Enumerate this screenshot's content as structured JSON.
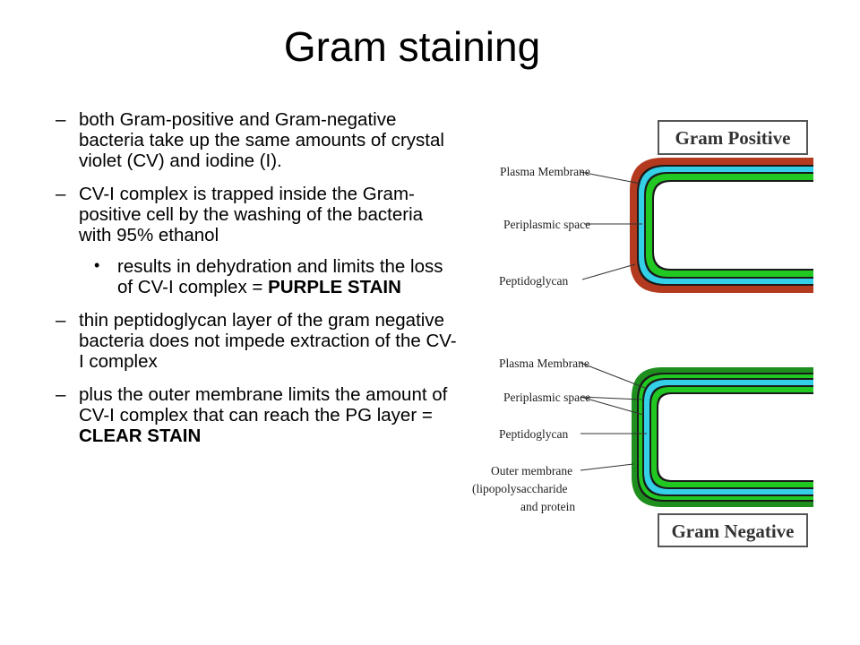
{
  "slide": {
    "title": "Gram staining",
    "bullets": [
      {
        "level": 1,
        "marker": "–",
        "text": "both Gram-positive and Gram-negative bacteria take up the same amounts of crystal violet (CV) and iodine (I)."
      },
      {
        "level": 1,
        "marker": "–",
        "text": "CV-I complex is trapped inside the Gram-positive cell by the washing of the bacteria with 95% ethanol"
      },
      {
        "level": 2,
        "marker": "•",
        "text": "results in dehydration and limits the loss of CV-I complex = ",
        "bold": "PURPLE STAIN"
      },
      {
        "level": 1,
        "marker": "–",
        "text": "thin peptidoglycan layer of the gram negative bacteria does not impede extraction of the CV-I complex"
      },
      {
        "level": 1,
        "marker": "–",
        "text": "plus the outer membrane limits the amount of CV-I complex that can reach the PG layer = ",
        "bold": "CLEAR STAIN"
      }
    ]
  },
  "diagram": {
    "gram_positive": {
      "label": "Gram Positive",
      "layers": [
        "Plasma Membrane",
        "Periplasmic space",
        "Peptidoglycan"
      ]
    },
    "gram_negative": {
      "label": "Gram Negative",
      "layers": [
        "Plasma Membrane",
        "Periplasmic space",
        "Peptidoglycan"
      ],
      "outer_membrane": [
        "Outer membrane",
        "(lipopolysaccharide",
        "and protein"
      ]
    },
    "colors": {
      "peptidoglycan_thick": "#b33a1e",
      "plasma_membrane": "#22a822",
      "periplasm": "#33d0e8",
      "peptidoglycan_thin": "#22c822",
      "outer_membrane": "#1e8f1e"
    }
  }
}
